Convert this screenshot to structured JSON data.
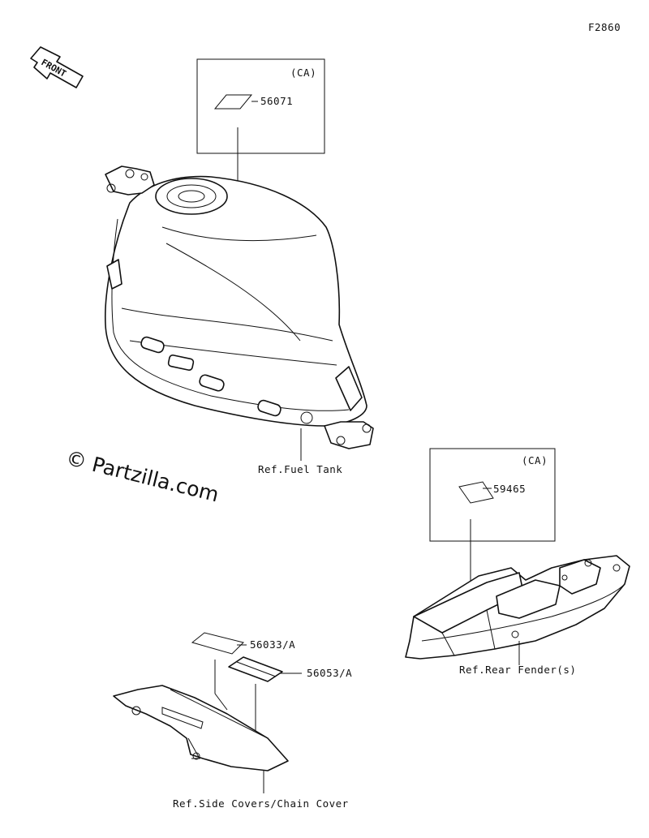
{
  "figure_id": "F2860",
  "front_label": "FRONT",
  "watermark": "© Partzilla.com",
  "groups": {
    "fuel_tank": {
      "box_tag": "(CA)",
      "part_number": "56071",
      "ref_label": "Ref.Fuel Tank"
    },
    "rear_fender": {
      "box_tag": "(CA)",
      "part_number": "59465",
      "ref_label": "Ref.Rear Fender(s)"
    },
    "chain_cover": {
      "part_number_1": "56033/A",
      "part_number_2": "56053/A",
      "ref_label": "Ref.Side Covers/Chain Cover"
    }
  }
}
